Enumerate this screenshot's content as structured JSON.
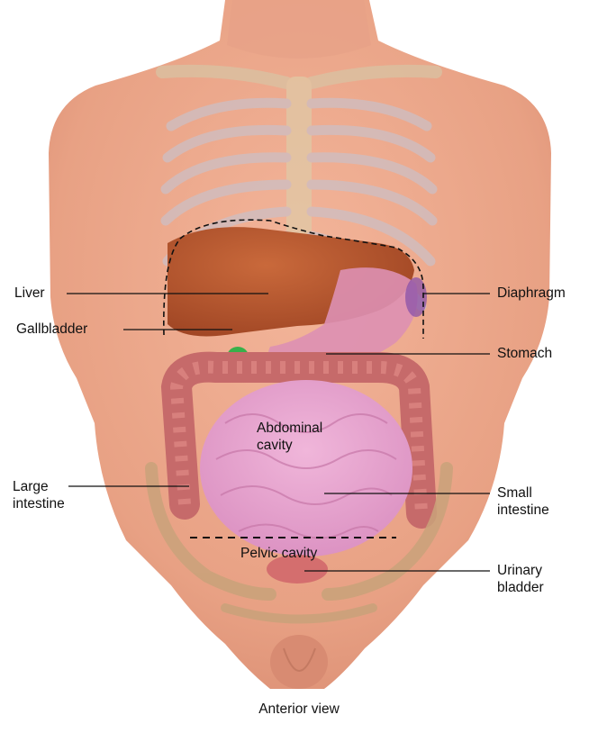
{
  "figure": {
    "caption": "Anterior view"
  },
  "labels": {
    "liver": "Liver",
    "diaphragm": "Diaphragm",
    "gallbladder": "Gallbladder",
    "stomach": "Stomach",
    "abdominal_cavity": "Abdominal\ncavity",
    "large_intestine": "Large\nintestine",
    "small_intestine": "Small\nintestine",
    "pelvic_cavity": "Pelvic cavity",
    "urinary_bladder": "Urinary\nbladder"
  },
  "colors": {
    "skin": "#e8a184",
    "skin_shadow": "#d0806a",
    "rib": "#c9b8ad",
    "liver": "#b8582e",
    "stomach": "#dd90b2",
    "small_intestine": "#e6a3cf",
    "large_intestine": "#c66a6a",
    "gallbladder": "#38b04a",
    "pelvis_bone": "#c9a27a",
    "diaphragm_accent": "#8a52a8",
    "leader_line": "#111111"
  }
}
